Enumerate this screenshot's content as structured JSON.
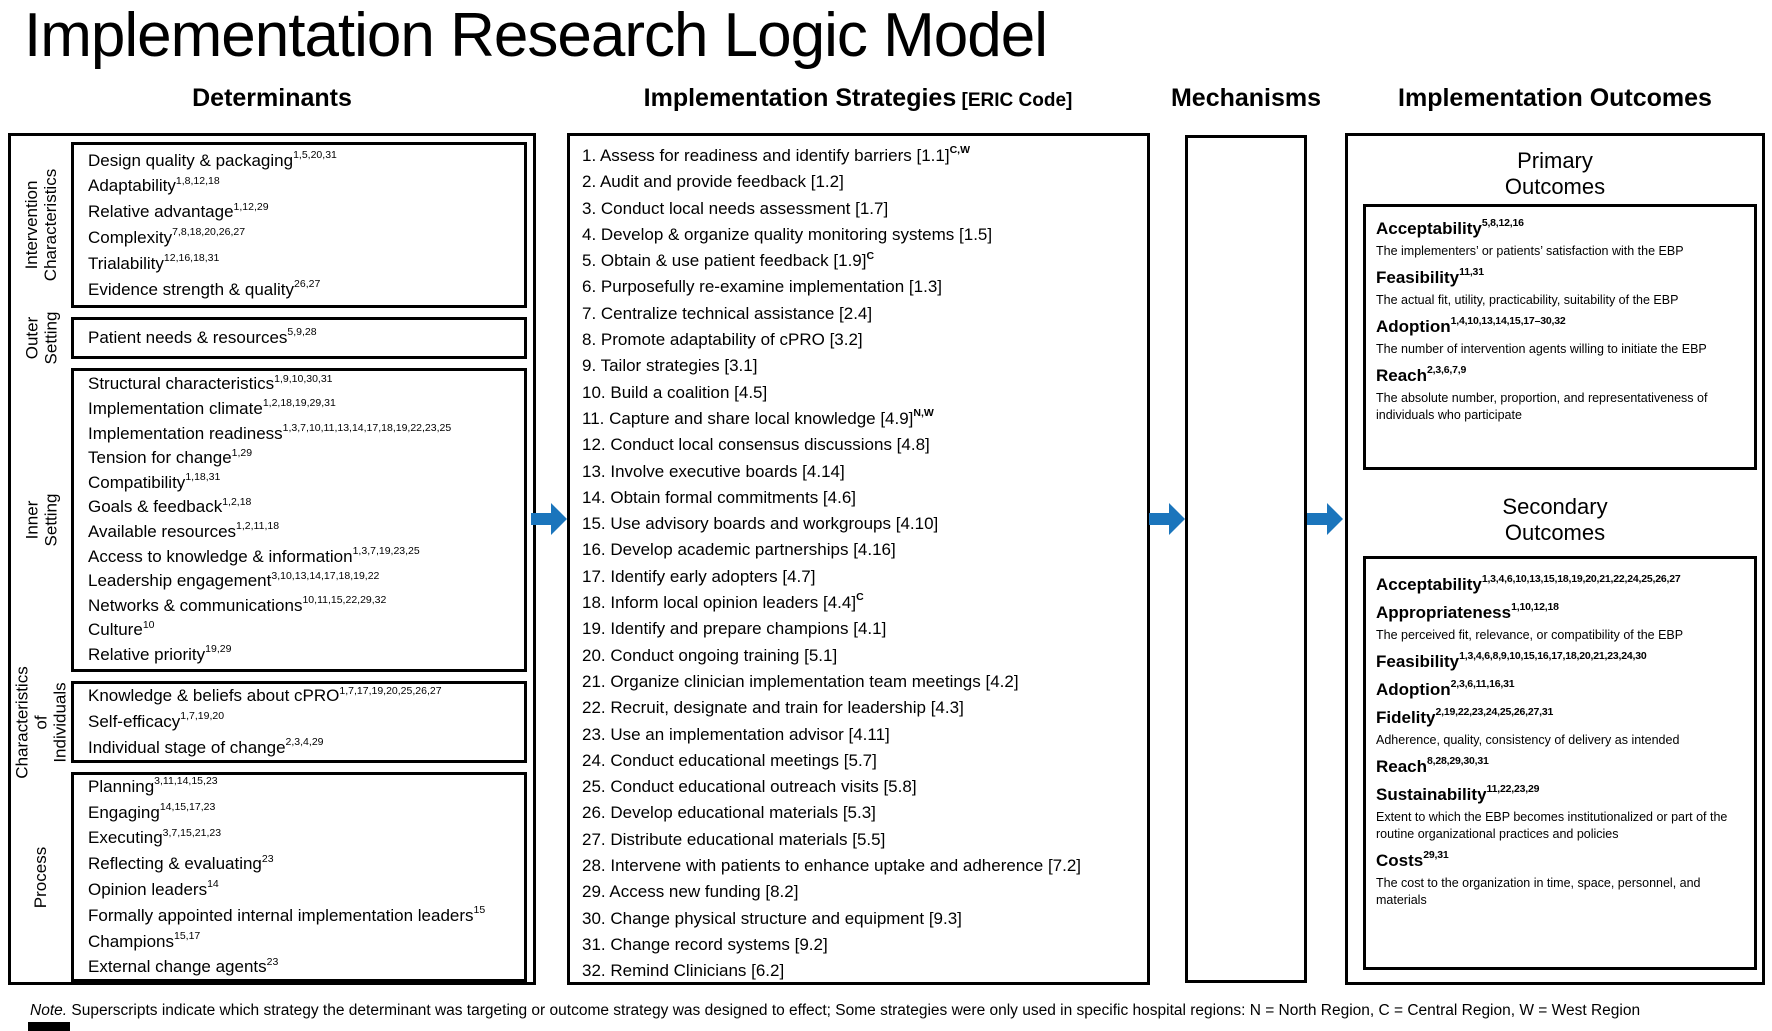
{
  "title": "Implementation Research Logic Model",
  "colors": {
    "arrow": "#1b75bc"
  },
  "headers": {
    "determinants": "Determinants",
    "strategies": "Implementation Strategies",
    "strategies_suffix": " [ERIC Code]",
    "mechanisms": "Mechanisms",
    "outcomes": "Implementation Outcomes"
  },
  "determinants": {
    "sections": [
      {
        "label": "Intervention\nCharacteristics",
        "items": [
          {
            "text": "Design quality & packaging",
            "sup": "1,5,20,31"
          },
          {
            "text": "Adaptability",
            "sup": "1,8,12,18"
          },
          {
            "text": "Relative advantage",
            "sup": "1,12,29"
          },
          {
            "text": "Complexity",
            "sup": "7,8,18,20,26,27"
          },
          {
            "text": "Trialability",
            "sup": "12,16,18,31"
          },
          {
            "text": "Evidence strength & quality",
            "sup": "26,27"
          }
        ]
      },
      {
        "label": "Outer\nSetting",
        "items": [
          {
            "text": "Patient needs & resources",
            "sup": "5,9,28"
          }
        ]
      },
      {
        "label": "Inner\nSetting",
        "items": [
          {
            "text": "Structural characteristics",
            "sup": "1,9,10,30,31"
          },
          {
            "text": "Implementation climate",
            "sup": "1,2,18,19,29,31"
          },
          {
            "text": "Implementation readiness",
            "sup": "1,3,7,10,11,13,14,17,18,19,22,23,25"
          },
          {
            "text": "Tension for change",
            "sup": "1,29"
          },
          {
            "text": "Compatibility",
            "sup": "1,18,31"
          },
          {
            "text": "Goals & feedback",
            "sup": "1,2,18"
          },
          {
            "text": "Available resources",
            "sup": "1,2,11,18"
          },
          {
            "text": "Access to knowledge & information",
            "sup": "1,3,7,19,23,25"
          },
          {
            "text": "Leadership engagement",
            "sup": "3,10,13,14,17,18,19,22"
          },
          {
            "text": "Networks & communications",
            "sup": "10,11,15,22,29,32"
          },
          {
            "text": "Culture",
            "sup": "10"
          },
          {
            "text": "Relative priority",
            "sup": "19,29"
          }
        ]
      },
      {
        "label": "Characteristics of\nIndividuals",
        "items": [
          {
            "text": "Knowledge & beliefs about cPRO",
            "sup": "1,7,17,19,20,25,26,27"
          },
          {
            "text": "Self-efficacy",
            "sup": "1,7,19,20"
          },
          {
            "text": "Individual stage of change",
            "sup": "2,3,4,29"
          }
        ]
      },
      {
        "label": "Process",
        "items": [
          {
            "text": "Planning",
            "sup": "3,11,14,15,23"
          },
          {
            "text": "Engaging",
            "sup": "14,15,17,23"
          },
          {
            "text": "Executing",
            "sup": "3,7,15,21,23"
          },
          {
            "text": "Reflecting & evaluating",
            "sup": "23"
          },
          {
            "text": "Opinion leaders",
            "sup": "14"
          },
          {
            "text": "Formally appointed internal implementation leaders",
            "sup": "15"
          },
          {
            "text": "Champions",
            "sup": "15,17"
          },
          {
            "text": "External change agents",
            "sup": "23"
          }
        ]
      }
    ]
  },
  "strategies": {
    "items": [
      {
        "text": "1. Assess for readiness and identify barriers  [1.1]",
        "sup": "C,W"
      },
      {
        "text": "2. Audit and provide feedback [1.2]"
      },
      {
        "text": "3. Conduct local needs assessment [1.7]"
      },
      {
        "text": "4. Develop & organize quality monitoring systems [1.5]"
      },
      {
        "text": "5. Obtain & use patient feedback [1.9]",
        "sup": "C"
      },
      {
        "text": "6. Purposefully re-examine implementation [1.3]"
      },
      {
        "text": "7. Centralize technical assistance [2.4]"
      },
      {
        "text": "8. Promote adaptability of cPRO [3.2]"
      },
      {
        "text": "9. Tailor strategies [3.1]"
      },
      {
        "text": "10. Build a coalition [4.5]"
      },
      {
        "text": "11. Capture and share local knowledge [4.9]",
        "sup": "N,W"
      },
      {
        "text": "12. Conduct local consensus discussions [4.8]"
      },
      {
        "text": "13. Involve executive boards [4.14]"
      },
      {
        "text": "14. Obtain formal commitments [4.6]"
      },
      {
        "text": "15. Use advisory boards and workgroups [4.10]"
      },
      {
        "text": "16. Develop academic partnerships [4.16]"
      },
      {
        "text": "17. Identify early adopters [4.7]"
      },
      {
        "text": "18. Inform local opinion leaders [4.4]",
        "sup": "C"
      },
      {
        "text": "19. Identify and prepare champions [4.1]"
      },
      {
        "text": "20. Conduct ongoing training [5.1]"
      },
      {
        "text": "21. Organize clinician implementation team meetings [4.2]"
      },
      {
        "text": "22. Recruit, designate and train for leadership [4.3]"
      },
      {
        "text": "23. Use an implementation advisor [4.11]"
      },
      {
        "text": "24. Conduct educational meetings [5.7]"
      },
      {
        "text": "25. Conduct educational outreach visits [5.8]"
      },
      {
        "text": "26. Develop educational materials [5.3]"
      },
      {
        "text": "27. Distribute educational materials [5.5]"
      },
      {
        "text": "28. Intervene with patients to enhance uptake and adherence [7.2]"
      },
      {
        "text": "29. Access new funding [8.2]"
      },
      {
        "text": "30. Change physical structure and equipment [9.3]"
      },
      {
        "text": "31. Change record systems [9.2]"
      },
      {
        "text": "32. Remind Clinicians [6.2]"
      }
    ]
  },
  "outcomes": {
    "primary": {
      "heading": "Primary\nOutcomes",
      "items": [
        {
          "name": "Acceptability",
          "sup": "5,8,12,16",
          "desc": "The implementers’ or patients’ satisfaction with the EBP"
        },
        {
          "name": "Feasibility",
          "sup": "11,31",
          "desc": "The actual fit, utility, practicability, suitability of the EBP"
        },
        {
          "name": "Adoption",
          "sup": "1,4,10,13,14,15,17–30,32",
          "desc": "The number of intervention agents willing to initiate the EBP"
        },
        {
          "name": "Reach",
          "sup": "2,3,6,7,9",
          "desc": "The absolute number, proportion, and representativeness of individuals who participate"
        }
      ]
    },
    "secondary": {
      "heading": "Secondary\nOutcomes",
      "items": [
        {
          "name": "Acceptability",
          "sup": "1,3,4,6,10,13,15,18,19,20,21,22,24,25,26,27"
        },
        {
          "name": "Appropriateness",
          "sup": "1,10,12,18",
          "desc": "The perceived fit, relevance, or compatibility of the EBP"
        },
        {
          "name": "Feasibility",
          "sup": "1,3,4,6,8,9,10,15,16,17,18,20,21,23,24,30"
        },
        {
          "name": "Adoption",
          "sup": "2,3,6,11,16,31"
        },
        {
          "name": "Fidelity",
          "sup": "2,19,22,23,24,25,26,27,31",
          "desc": "Adherence, quality, consistency of delivery as intended"
        },
        {
          "name": "Reach",
          "sup": "8,28,29,30,31"
        },
        {
          "name": "Sustainability",
          "sup": "11,22,23,29",
          "desc": "Extent to which the EBP becomes institutionalized or part of the routine organizational practices and policies"
        },
        {
          "name": "Costs",
          "sup": "29,31",
          "desc": "The cost to the organization in time, space, personnel, and materials"
        }
      ]
    }
  },
  "note": {
    "prefix": "Note.",
    "text": " Superscripts indicate which strategy the determinant was targeting or outcome strategy was designed to effect; Some strategies were only used in specific hospital regions:  N = North Region, C = Central Region, W = West Region"
  }
}
